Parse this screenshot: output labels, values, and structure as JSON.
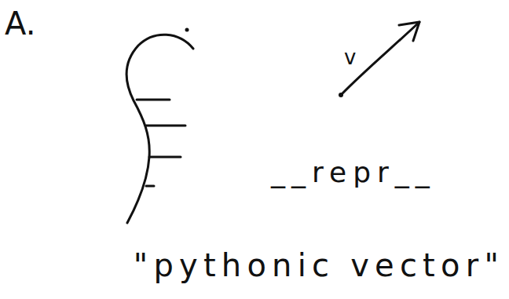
{
  "diagram": {
    "labels": [
      "A.",
      "v",
      "__repr__",
      "\"pythonic vector\""
    ]
  }
}
